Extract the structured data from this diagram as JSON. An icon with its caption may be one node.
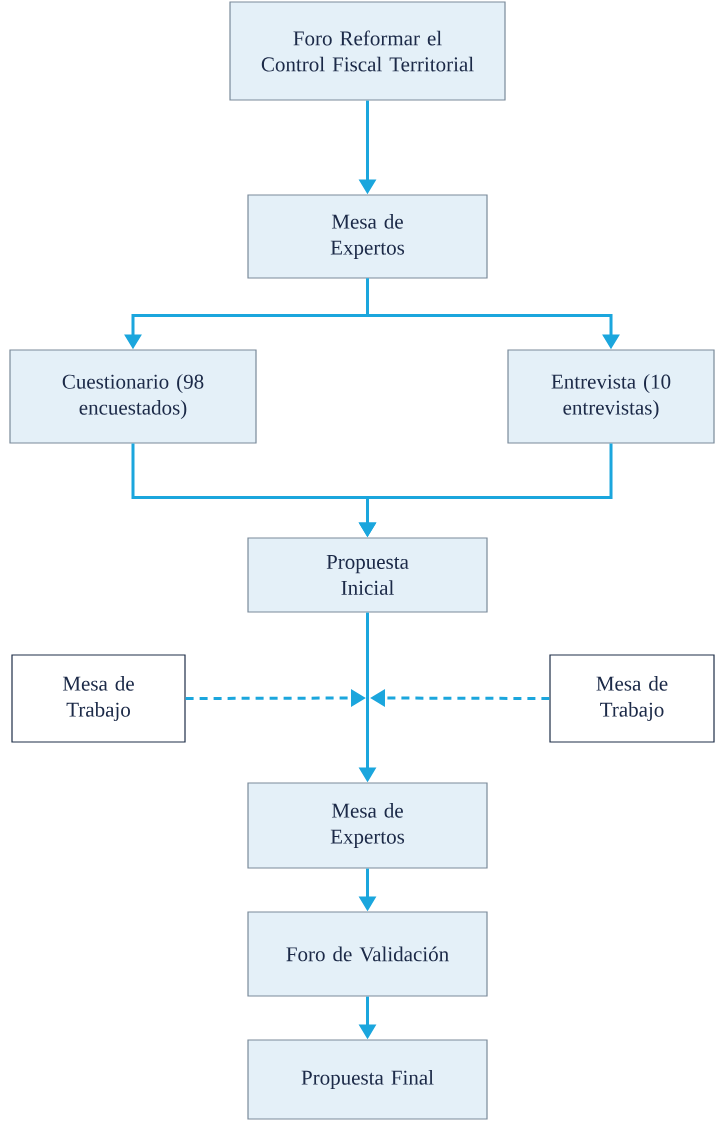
{
  "diagram": {
    "nodes": [
      {
        "text": [
          "Foro Reformar el Control Fiscal Territorial"
        ]
      },
      {
        "text": [
          "Mesa de Expertos"
        ]
      },
      {
        "text": [
          "Cuestionario (98 encuestados)"
        ]
      },
      {
        "text": [
          "Entrevista (10 entrevistas)"
        ]
      },
      {
        "text": [
          "Propuesta Inicial"
        ]
      },
      {
        "text": [
          "Mesa de Trabajo"
        ]
      },
      {
        "text": [
          "Mesa de Trabajo"
        ]
      },
      {
        "text": [
          "Mesa de Expertos"
        ]
      },
      {
        "text": [
          "Foro de Validación"
        ]
      },
      {
        "text": [
          "Propuesta Final"
        ]
      }
    ],
    "edges": [
      {
        "from": 0,
        "to": 1,
        "arrow": "to"
      },
      {
        "from": 1,
        "to": 2,
        "arrow": "to"
      },
      {
        "from": 1,
        "to": 3,
        "arrow": "to"
      },
      {
        "from": 2,
        "to": 4,
        "arrow": "to"
      },
      {
        "from": 3,
        "to": 4,
        "arrow": "to"
      },
      {
        "from": 4,
        "to": 7,
        "arrow": "to"
      },
      {
        "from": 5,
        "to": null,
        "arrow": "to",
        "style": "dashed"
      },
      {
        "from": 6,
        "to": null,
        "arrow": "to",
        "style": "dashed"
      },
      {
        "from": 7,
        "to": 8,
        "arrow": "to"
      },
      {
        "from": 8,
        "to": 9,
        "arrow": "to"
      }
    ]
  }
}
